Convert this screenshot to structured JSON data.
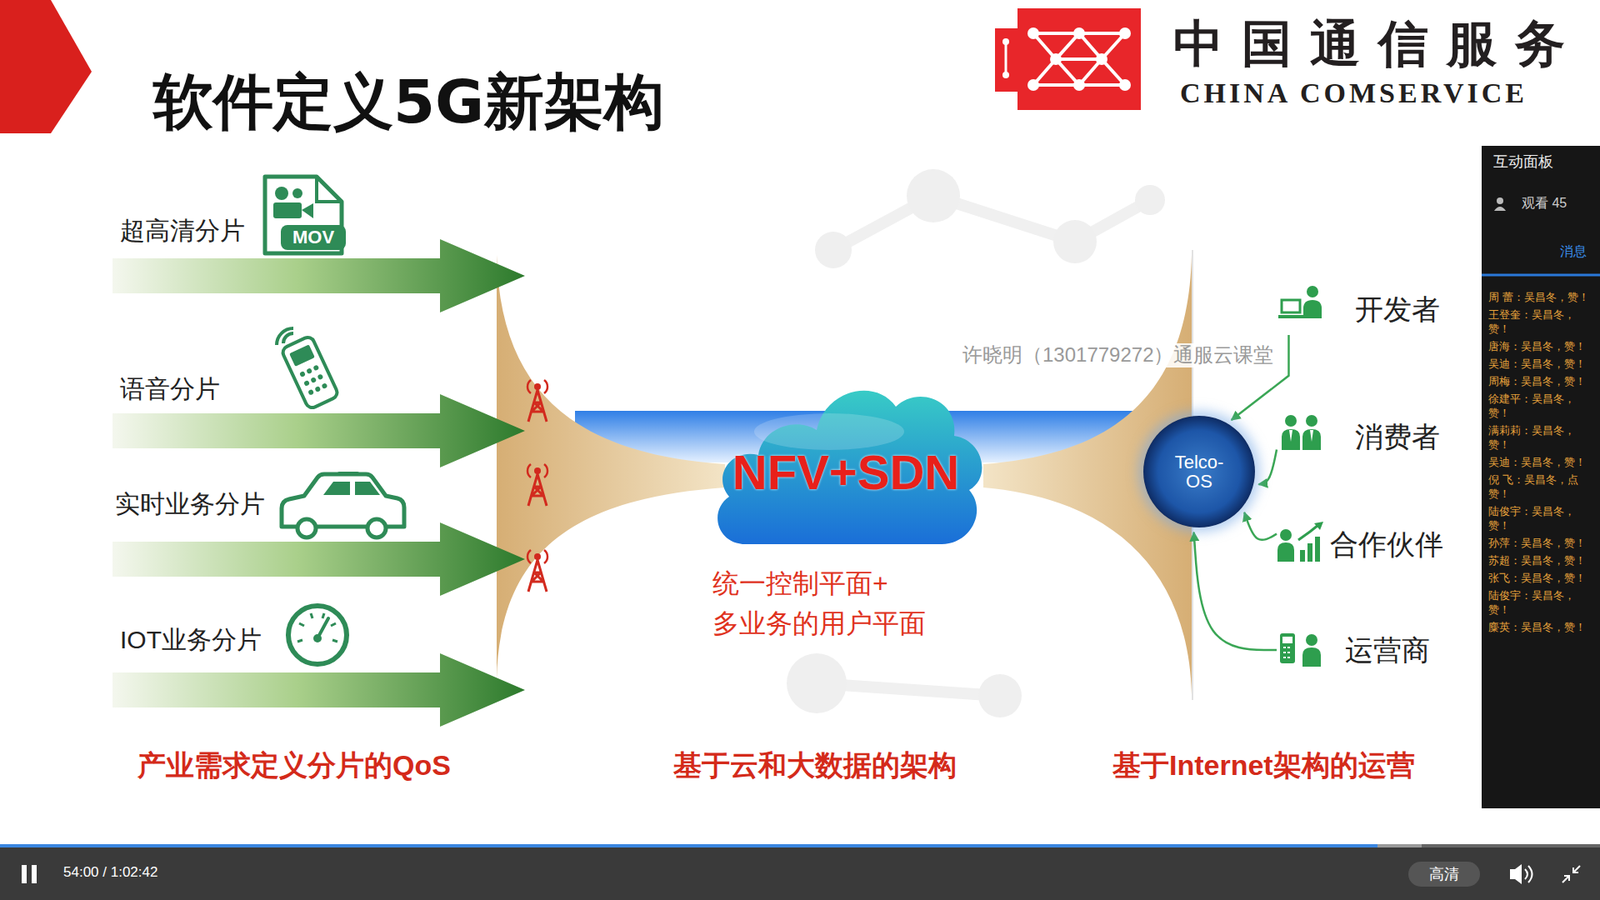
{
  "diagram": {
    "title": "软件定义5G新架构",
    "nodes": [
      {
        "text": [
          "NFV+SDN"
        ]
      },
      {
        "text": [
          "Telco-OS"
        ]
      },
      {
        "text": [
          "开发者"
        ]
      },
      {
        "text": [
          "消费者"
        ]
      },
      {
        "text": [
          "合作伙伴"
        ]
      },
      {
        "text": [
          "运营商"
        ]
      }
    ],
    "edges": [
      {
        "from": 2,
        "to": 1,
        "arrow": "to"
      },
      {
        "from": 3,
        "to": 1,
        "arrow": "to"
      },
      {
        "from": 4,
        "to": 1,
        "arrow": "to"
      },
      {
        "from": 5,
        "to": 1,
        "arrow": "to"
      }
    ],
    "labels": [
      "中国通信服务",
      "CHINA COMSERVICE",
      "超高清分片",
      "MOV",
      "语音分片",
      "实时业务分片",
      "IOT业务分片",
      "许晓明（1301779272）通服云课堂",
      "统一控制平面+ 多业务的用户平面",
      "产业需求定义分片的QoS",
      "基于云和大数据的架构",
      "基于Internet架构的运营",
      "互动面板",
      "观看 45",
      "消息",
      "周 蕾：吴昌冬，赞！",
      "王登奎：吴昌冬，赞！",
      "唐海：吴昌冬，赞！",
      "吴迪：吴昌冬，赞！",
      "周梅：吴昌冬，赞！",
      "徐建平：吴昌冬，赞！",
      "满莉莉：吴昌冬，赞！",
      "吴迪：吴昌冬，赞！",
      "倪 飞：吴昌冬，点赞！",
      "陆俊宇：吴昌冬，赞！",
      "孙萍：吴昌冬，赞！",
      "苏超：吴昌冬，赞！",
      "张飞：吴昌冬，赞！",
      "陆俊宇：吴昌冬，赞！",
      "麋英：吴昌冬，赞！",
      "54:00 / 1:02:42",
      "高清"
    ]
  }
}
